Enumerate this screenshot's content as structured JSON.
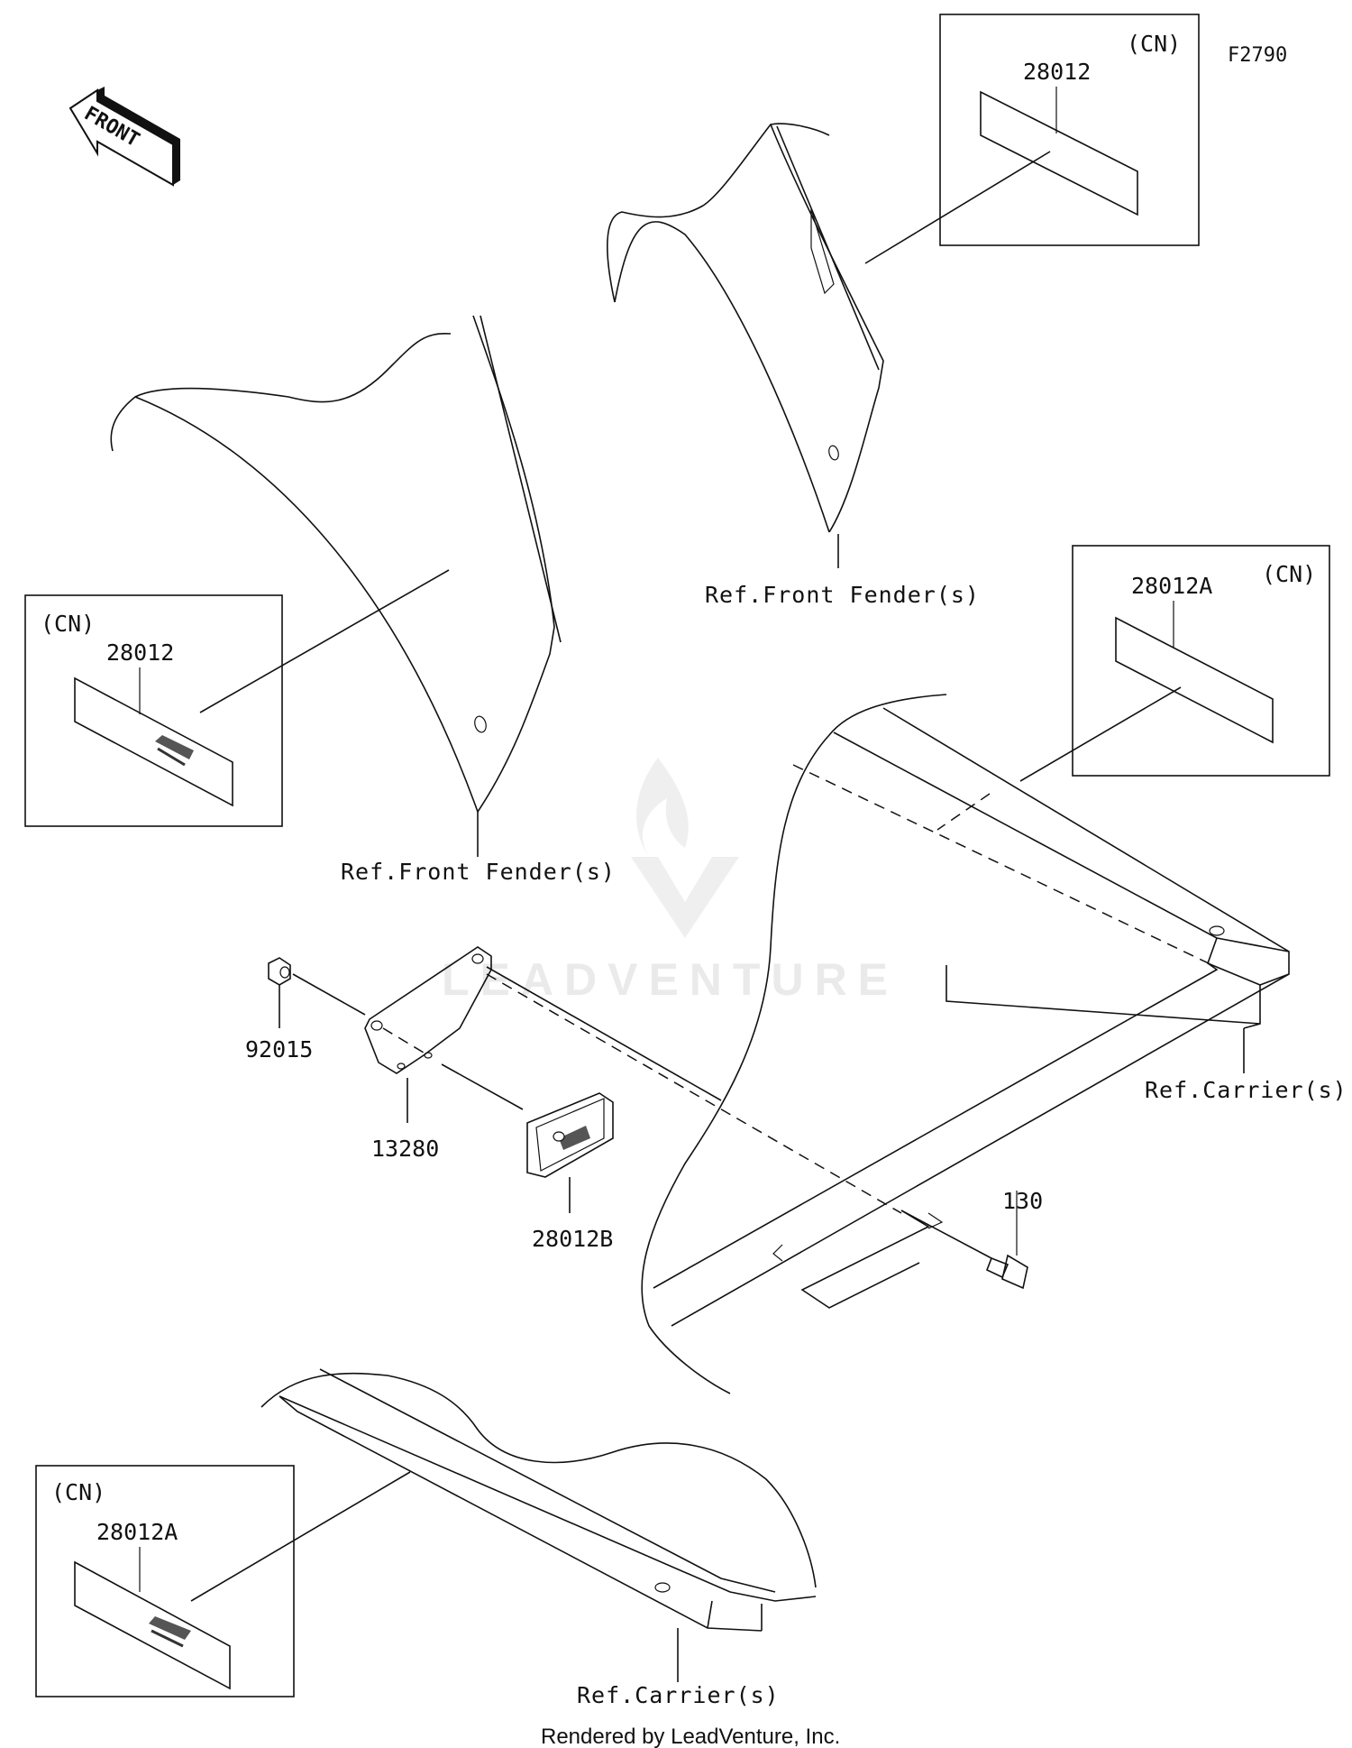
{
  "figure_code": "F2790",
  "front_arrow_label": "FRONT",
  "watermark": "LEADVENTURE",
  "footer": "Rendered by LeadVenture, Inc.",
  "boxes": {
    "top_right": {
      "tag": "(CN)",
      "part": "28012"
    },
    "left": {
      "tag": "(CN)",
      "part": "28012"
    },
    "mid_right": {
      "tag": "(CN)",
      "part": "28012A"
    },
    "bottom_left": {
      "tag": "(CN)",
      "part": "28012A"
    }
  },
  "callouts": {
    "ref_front_fender_top": "Ref.Front Fender(s)",
    "ref_front_fender_left": "Ref.Front Fender(s)",
    "ref_carrier_right": "Ref.Carrier(s)",
    "ref_carrier_bottom": "Ref.Carrier(s)",
    "part_92015": "92015",
    "part_13280": "13280",
    "part_28012b": "28012B",
    "part_130": "130"
  }
}
